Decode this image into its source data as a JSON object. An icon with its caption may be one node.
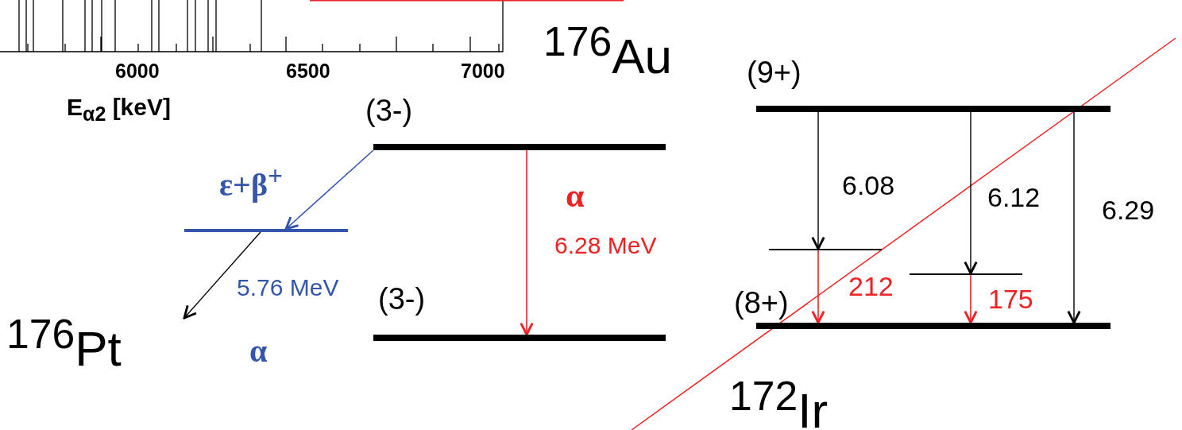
{
  "diagram": {
    "nodes": [
      {
        "text": [],
        "shape": "bar",
        "beside": [
          "(3-)"
        ]
      },
      {
        "text": [],
        "shape": "bar"
      },
      {
        "text": [],
        "shape": "bar",
        "beside": [
          "(3-)"
        ]
      },
      {
        "text": [],
        "shape": "bar",
        "beside": [
          "(9+)"
        ]
      },
      {
        "text": [],
        "shape": "bar"
      },
      {
        "text": [],
        "shape": "bar"
      },
      {
        "text": [],
        "shape": "bar",
        "beside": [
          "(8+)"
        ]
      }
    ],
    "edges": [
      {
        "from": 0,
        "to": 1,
        "arrow": "to",
        "label": "ε+β$^{+}$",
        "color": "#3355aa"
      },
      {
        "from": 1,
        "to": null,
        "arrow": "to"
      },
      {
        "from": 0,
        "to": 2,
        "arrow": "to",
        "label": "6.28 MeV",
        "color": "#ee2222"
      },
      {
        "from": 3,
        "to": 4,
        "arrow": "to",
        "label": "6.08"
      },
      {
        "from": 3,
        "to": 5,
        "arrow": "to",
        "label": "6.12"
      },
      {
        "from": 3,
        "to": 6,
        "arrow": "to",
        "label": "6.29"
      },
      {
        "from": 4,
        "to": 6,
        "arrow": "to",
        "label": "212",
        "color": "#ee2222"
      },
      {
        "from": 5,
        "to": 6,
        "arrow": "to",
        "label": "175",
        "color": "#ee2222"
      }
    ],
    "labels": [
      "6000",
      "6500",
      "7000",
      "E$_{α2}$ [keV]",
      "$^{176}$Au",
      "α",
      "5.76 MeV",
      "$^{176}$Pt",
      "α",
      "$^{172}$Ir"
    ]
  }
}
